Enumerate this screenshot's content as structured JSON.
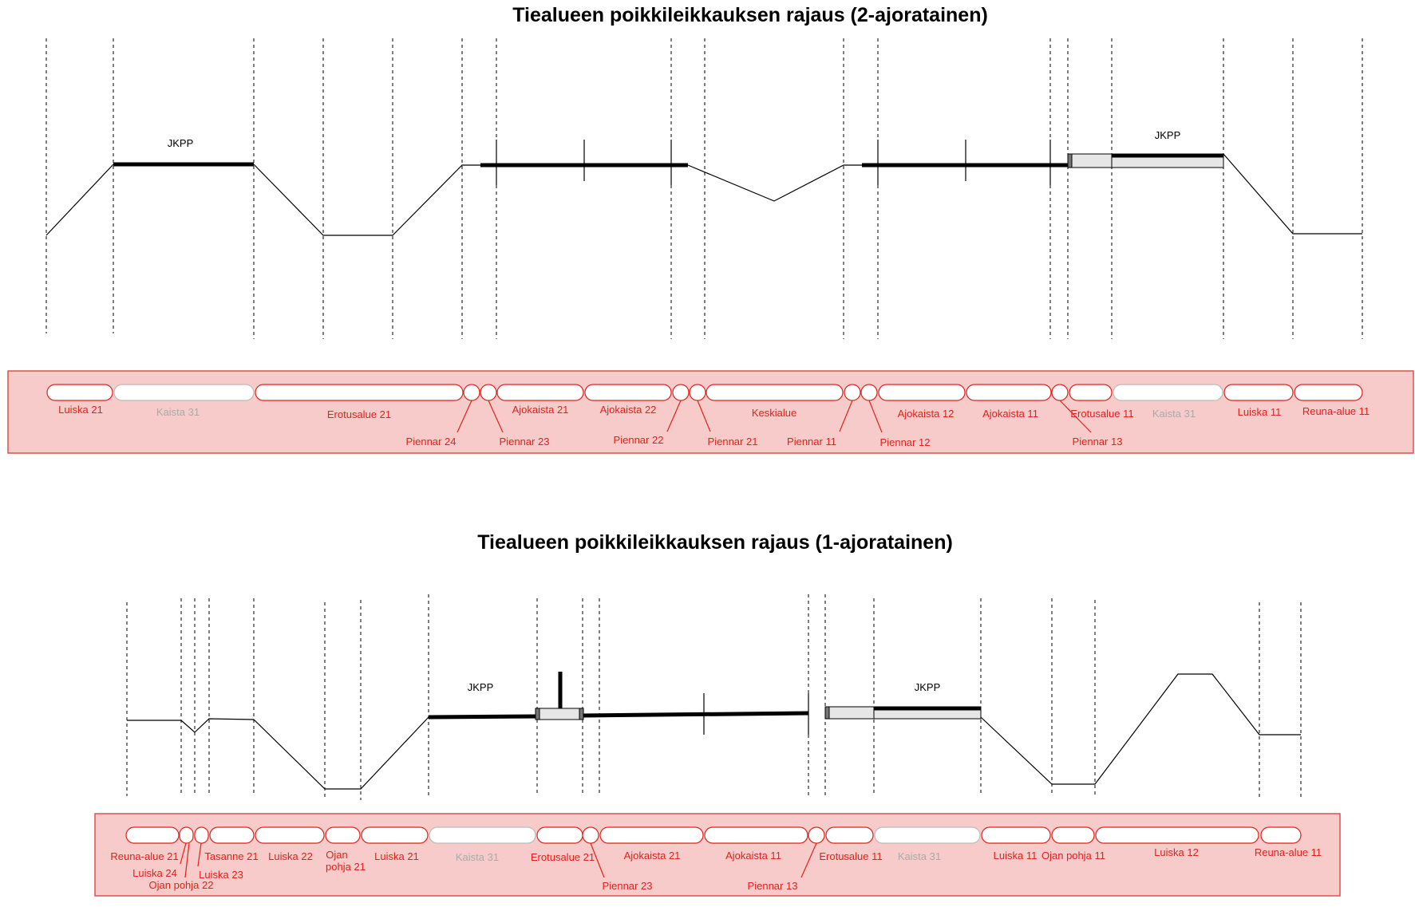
{
  "diagram1": {
    "title": "Tiealueen poikkileikkauksen rajaus (2-ajoratainen)",
    "segment_labels": [
      "JKPP",
      "JKPP"
    ],
    "zones": [
      {
        "label": "Luiska 21",
        "muted": false
      },
      {
        "label": "Kaista 31",
        "muted": true
      },
      {
        "label": "Erotusalue 21",
        "muted": false
      },
      {
        "label": "Piennar 24",
        "muted": false
      },
      {
        "label": "Piennar 23",
        "muted": false
      },
      {
        "label": "Ajokaista 21",
        "muted": false
      },
      {
        "label": "Ajokaista 22",
        "muted": false
      },
      {
        "label": "Piennar 22",
        "muted": false
      },
      {
        "label": "Piennar 21",
        "muted": false
      },
      {
        "label": "Keskialue",
        "muted": false
      },
      {
        "label": "Piennar 11",
        "muted": false
      },
      {
        "label": "Piennar 12",
        "muted": false
      },
      {
        "label": "Ajokaista 12",
        "muted": false
      },
      {
        "label": "Ajokaista 11",
        "muted": false
      },
      {
        "label": "Piennar 13",
        "muted": false
      },
      {
        "label": "Erotusalue 11",
        "muted": false
      },
      {
        "label": "Kaista 31",
        "muted": true
      },
      {
        "label": "Luiska 11",
        "muted": false
      },
      {
        "label": "Reuna-alue 11",
        "muted": false
      }
    ]
  },
  "diagram2": {
    "title": "Tiealueen poikkileikkauksen rajaus (1-ajoratainen)",
    "segment_labels": [
      "JKPP",
      "JKPP"
    ],
    "zones": [
      {
        "label": "Reuna-alue 21",
        "muted": false
      },
      {
        "label": "Luiska 24",
        "muted": false
      },
      {
        "label": "Ojan pohja 22",
        "muted": false
      },
      {
        "label": "Luiska 23",
        "muted": false
      },
      {
        "label": "Tasanne 21",
        "muted": false
      },
      {
        "label": "Luiska 22",
        "muted": false
      },
      {
        "label": "Ojan",
        "muted": false
      },
      {
        "label": "pohja 21",
        "muted": false
      },
      {
        "label": "Luiska 21",
        "muted": false
      },
      {
        "label": "Kaista 31",
        "muted": true
      },
      {
        "label": "Erotusalue 21",
        "muted": false
      },
      {
        "label": "Piennar 23",
        "muted": false
      },
      {
        "label": "Ajokaista 21",
        "muted": false
      },
      {
        "label": "Ajokaista 11",
        "muted": false
      },
      {
        "label": "Piennar 13",
        "muted": false
      },
      {
        "label": "Erotusalue 11",
        "muted": false
      },
      {
        "label": "Kaista 31",
        "muted": true
      },
      {
        "label": "Luiska 11",
        "muted": false
      },
      {
        "label": "Ojan pohja 11",
        "muted": false
      },
      {
        "label": "Luiska 12",
        "muted": false
      },
      {
        "label": "Reuna-alue 11",
        "muted": false
      }
    ]
  }
}
